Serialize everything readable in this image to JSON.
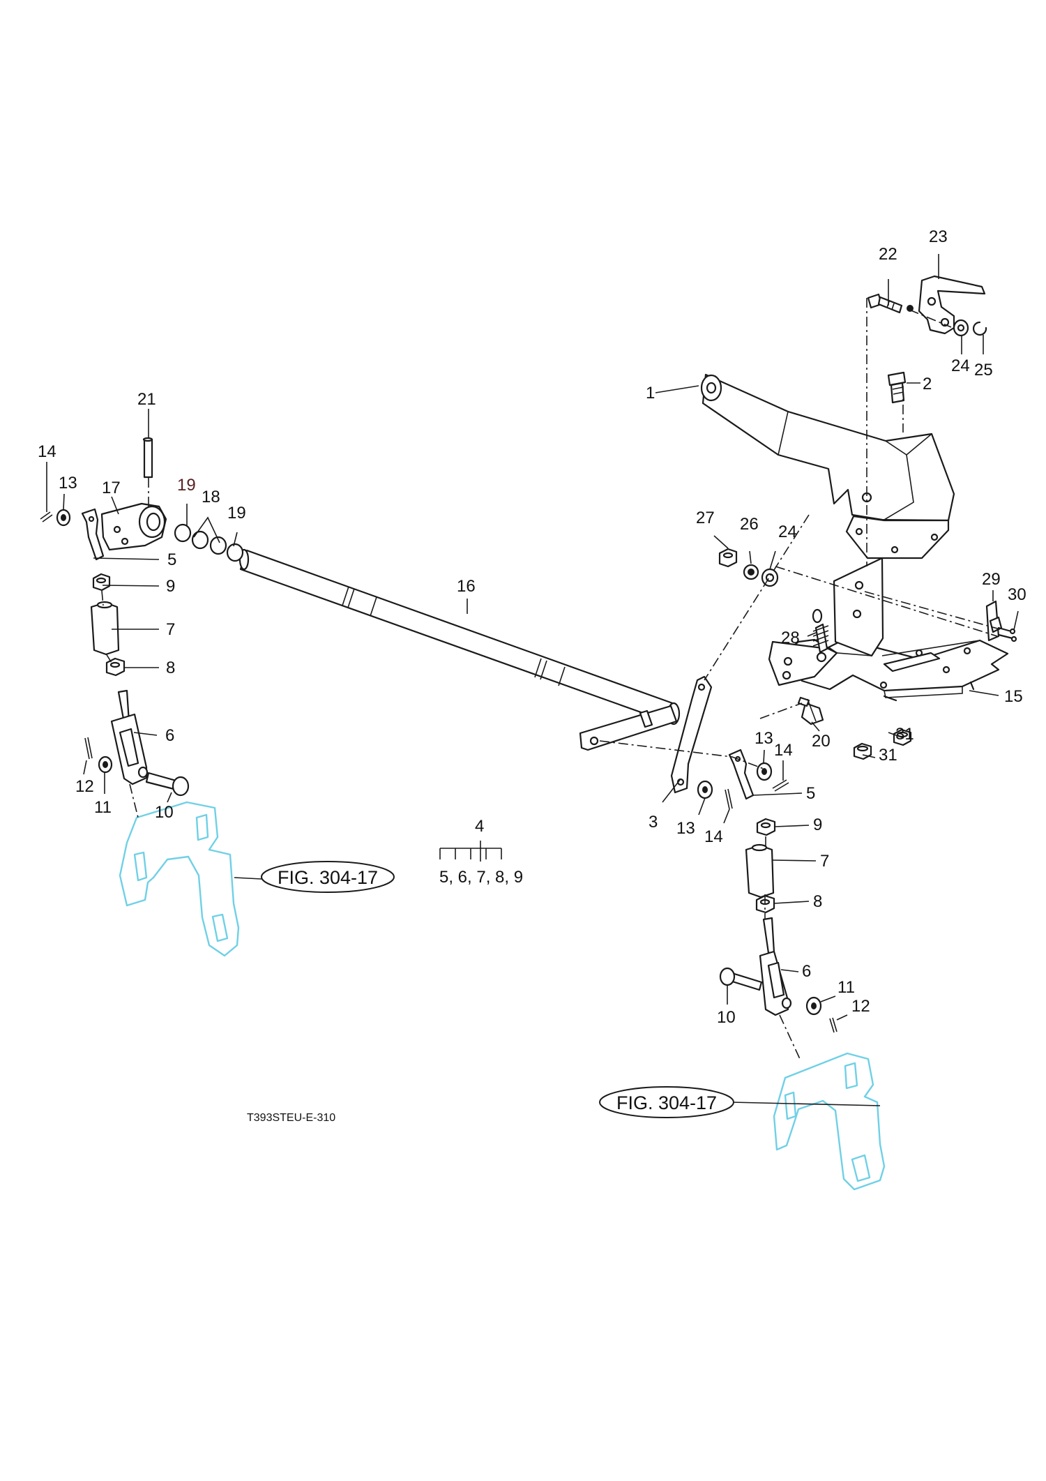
{
  "callouts": {
    "n1": "1",
    "n2": "2",
    "n3": "3",
    "n4": "4",
    "n5": "5",
    "n6": "6",
    "n7": "7",
    "n8": "8",
    "n9": "9",
    "n10": "10",
    "n11": "11",
    "n12": "12",
    "n13": "13",
    "n14": "14",
    "n15": "15",
    "n16": "16",
    "n17": "17",
    "n18": "18",
    "n19": "19",
    "n20": "20",
    "n21": "21",
    "n22": "22",
    "n23": "23",
    "n24": "24",
    "n25": "25",
    "n26": "26",
    "n27": "27",
    "n28": "28",
    "n29": "29",
    "n30": "30",
    "n31": "31"
  },
  "assembly": {
    "parent": "4",
    "children": "5, 6, 7, 8, 9"
  },
  "references": {
    "left": "FIG. 304-17",
    "right": "FIG. 304-17"
  },
  "drawing_code": "T393STEU-E-310",
  "colors": {
    "line": "#1a1a1a",
    "reference_outline": "#6fd0e6",
    "callout_19_left": "#5a2020"
  }
}
